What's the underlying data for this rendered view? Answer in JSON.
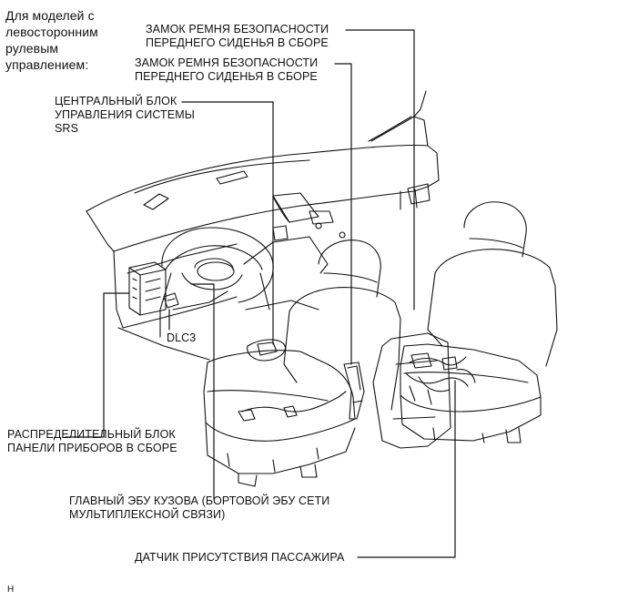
{
  "note": {
    "lines": [
      "Для моделей с",
      "левосторонним",
      "рулевым",
      "управлением:"
    ]
  },
  "labels": {
    "front_seat_buckle_1": [
      "ЗАМОК РЕМНЯ БЕЗОПАСНОСТИ",
      "ПЕРЕДНЕГО СИДЕНЬЯ В СБОРЕ"
    ],
    "front_seat_buckle_2": [
      "ЗАМОК РЕМНЯ БЕЗОПАСНОСТИ",
      "ПЕРЕДНЕГО СИДЕНЬЯ В СБОРЕ"
    ],
    "srs_center_unit": [
      "ЦЕНТРАЛЬНЫЙ БЛОК",
      "УПРАВЛЕНИЯ СИСТЕМЫ",
      "SRS"
    ],
    "dlc3": "DLC3",
    "instrument_panel_jb": [
      "РАСПРЕДЕЛИТЕЛЬНЫЙ БЛОК",
      "ПАНЕЛИ ПРИБОРОВ В СБОРЕ"
    ],
    "main_body_ecu": [
      "ГЛАВНЫЙ ЭБУ КУЗОВА (БОРТОВОЙ ЭБУ СЕТИ",
      "МУЛЬТИПЛЕКСНОЙ СВЯЗИ)"
    ],
    "occupant_sensor": "ДАТЧИК ПРИСУТСТВИЯ ПАССАЖИРА"
  },
  "corner_mark": "H",
  "colors": {
    "ink": "#111111",
    "background": "#ffffff"
  }
}
